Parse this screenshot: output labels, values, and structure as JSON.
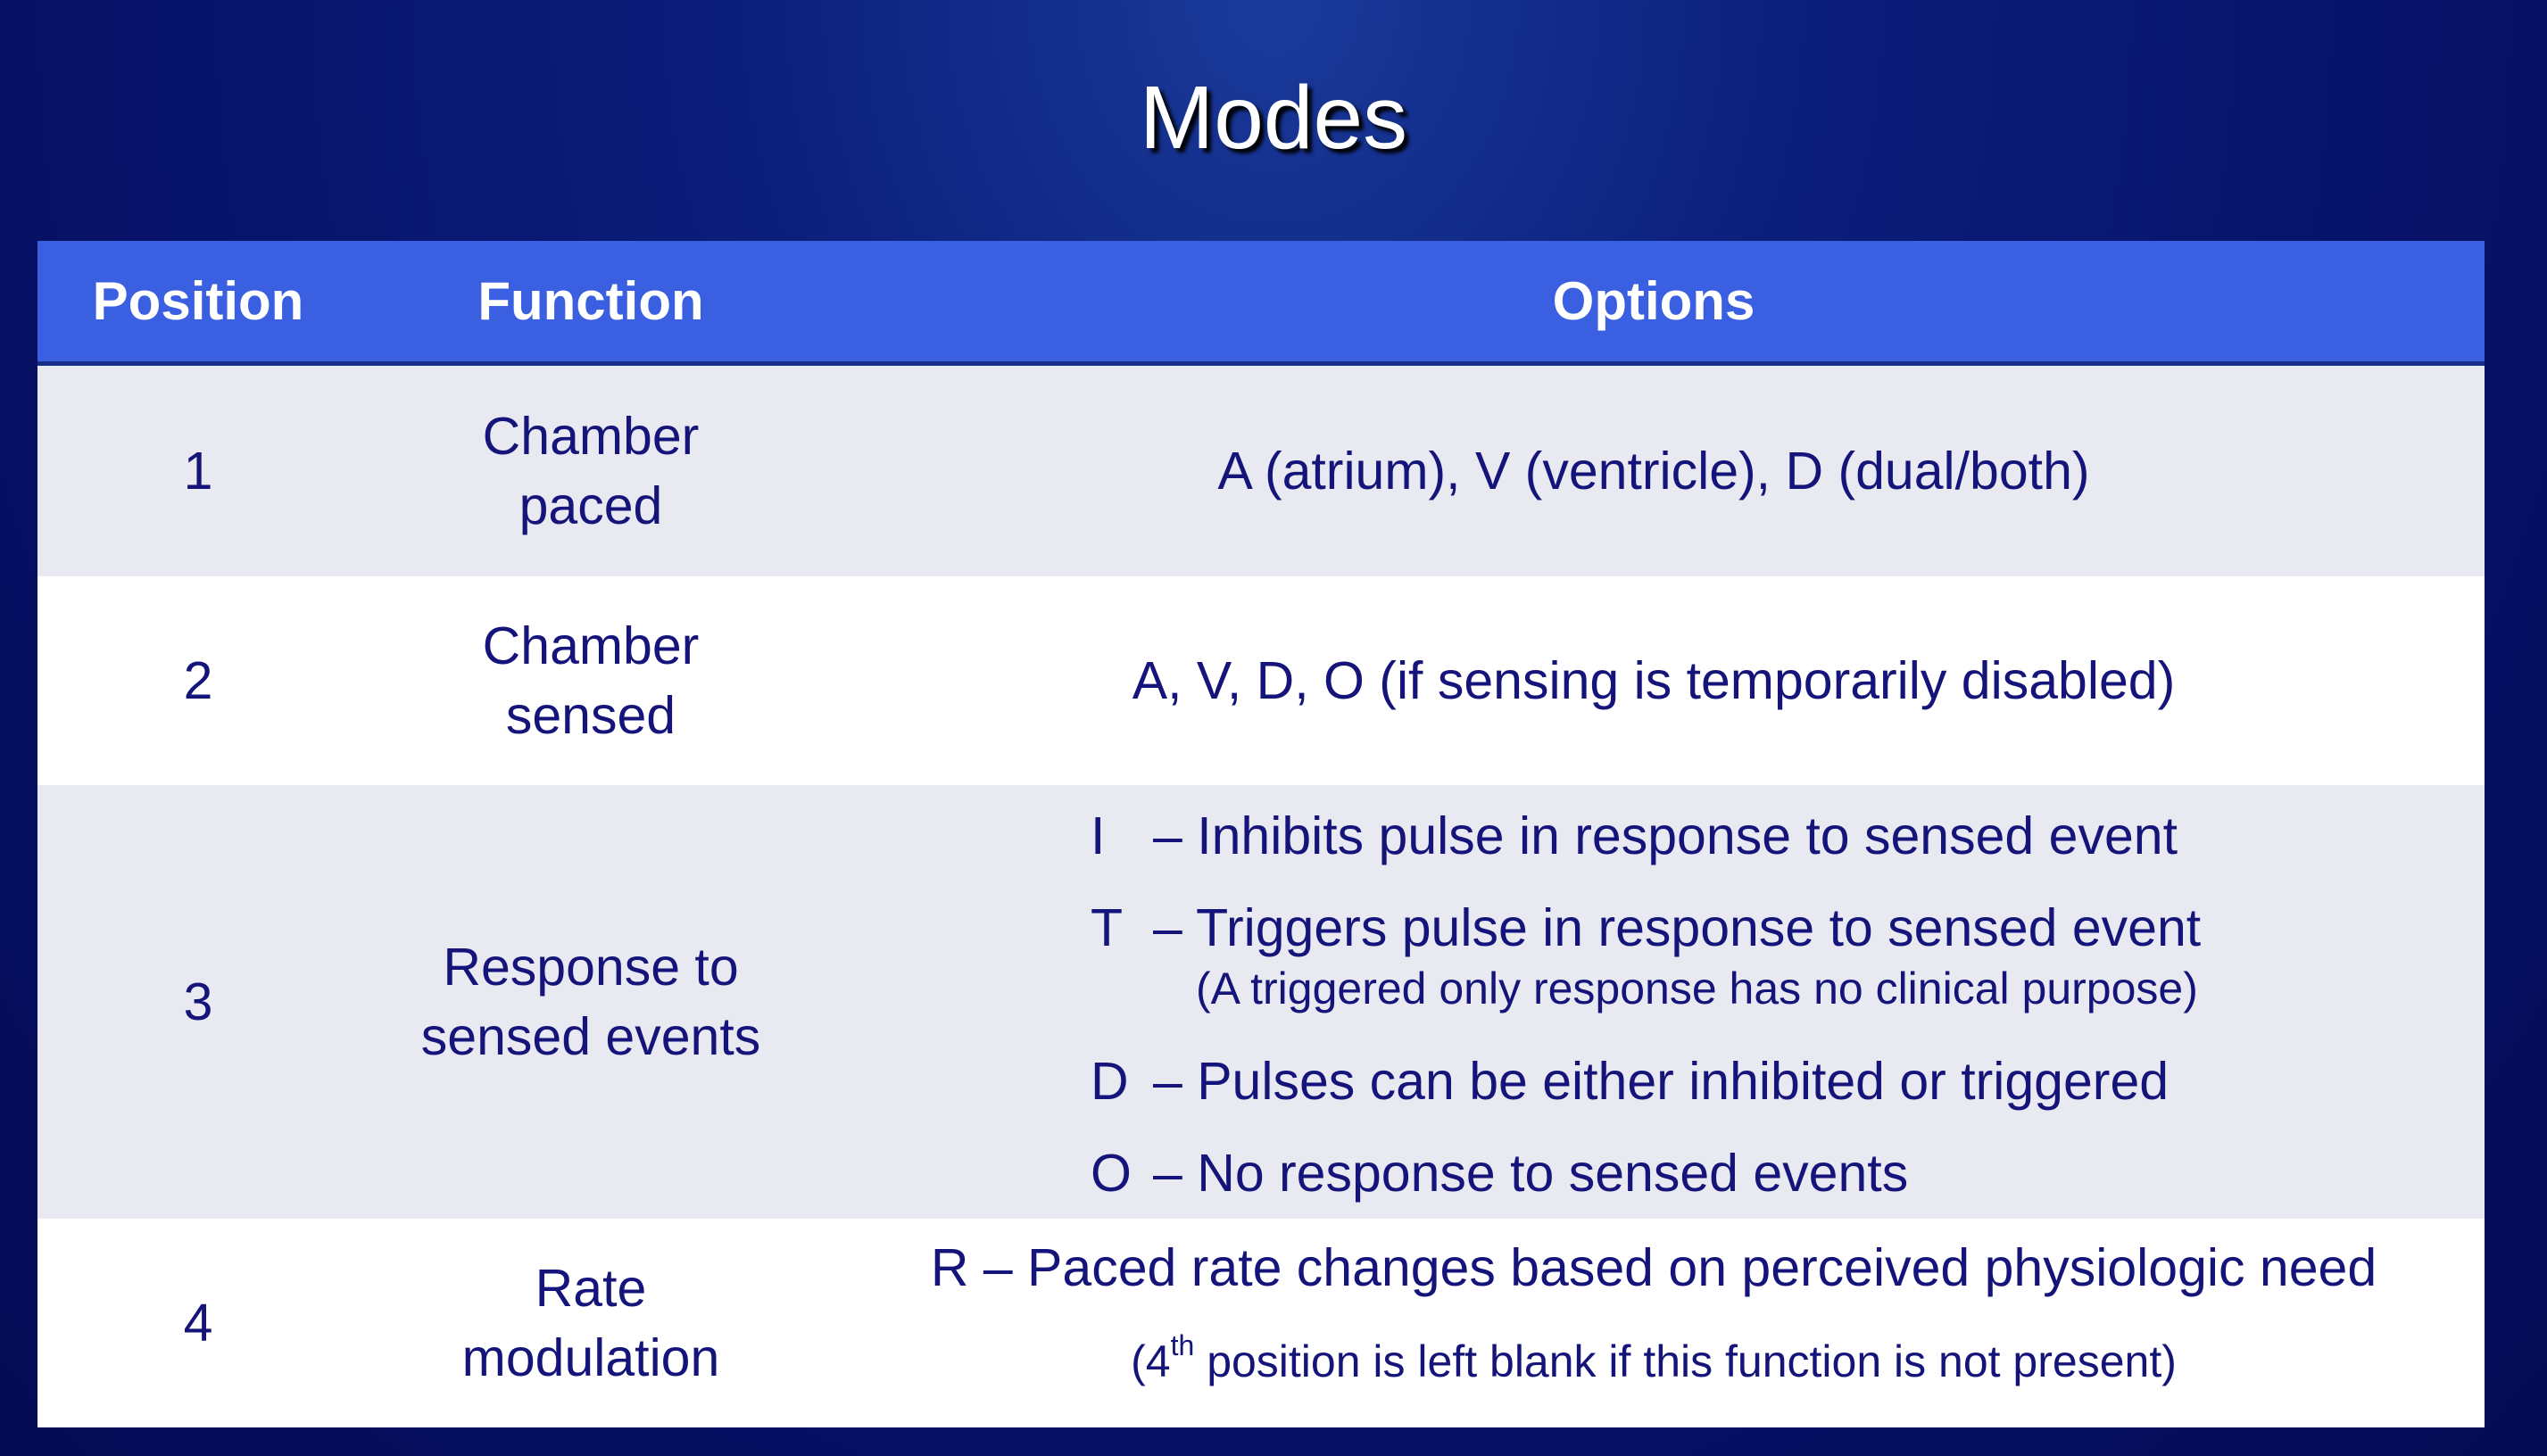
{
  "title": "Modes",
  "table": {
    "headers": {
      "position": "Position",
      "function": "Function",
      "options": "Options"
    },
    "rows": [
      {
        "position": "1",
        "function_line1": "Chamber",
        "function_line2": "paced",
        "option": "A (atrium), V (ventricle), D (dual/both)"
      },
      {
        "position": "2",
        "function_line1": "Chamber",
        "function_line2": "sensed",
        "option": "A, V, D, O (if sensing is temporarily disabled)"
      },
      {
        "position": "3",
        "function_line1": "Response to",
        "function_line2": "sensed events",
        "options": [
          {
            "letter": "I",
            "text": "–  Inhibits pulse in response to sensed event"
          },
          {
            "letter": "T",
            "text": "– Triggers pulse in response to sensed event"
          },
          {
            "letter": "D",
            "text": "– Pulses can be either inhibited or triggered"
          },
          {
            "letter": "O",
            "text": "– No response to sensed events"
          }
        ],
        "note": "(A triggered only response has no clinical purpose)"
      },
      {
        "position": "4",
        "function_line1": "Rate",
        "function_line2": "modulation",
        "option": "R – Paced rate changes based on perceived physiologic need",
        "note_prefix": "(4",
        "note_sup": "th",
        "note_suffix": " position is left blank if this function is not present)"
      }
    ]
  }
}
